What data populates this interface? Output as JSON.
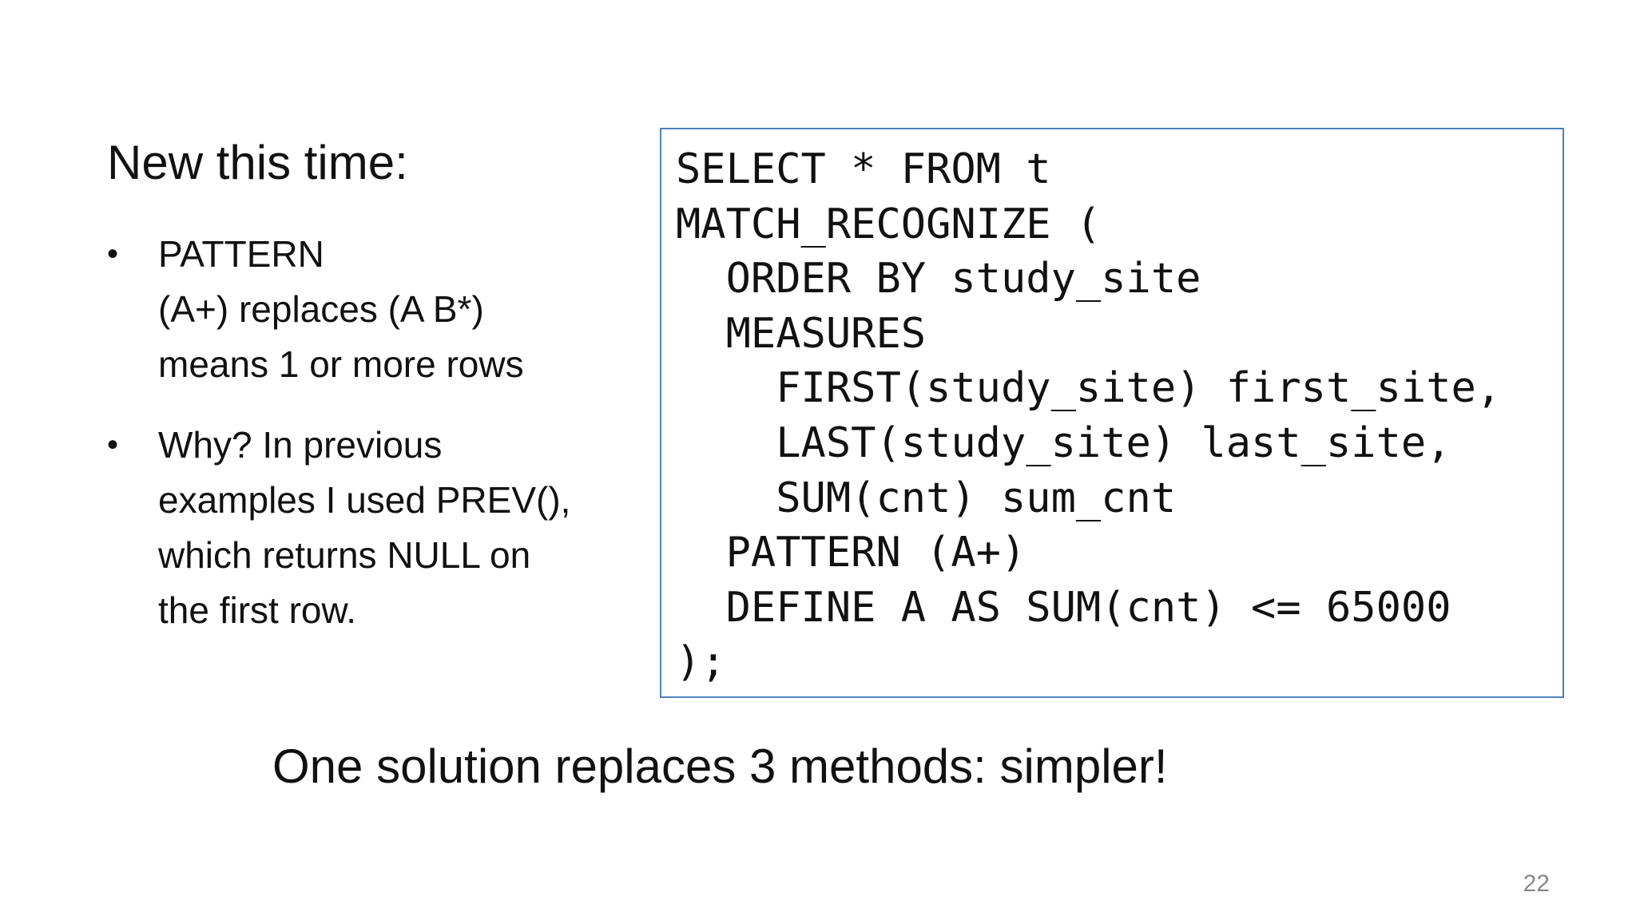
{
  "slide": {
    "heading": "New this time:",
    "bullets": [
      {
        "lines": [
          "PATTERN",
          "(A+) replaces (A B*)",
          "means 1 or more rows"
        ]
      },
      {
        "lines": [
          "Why? In previous",
          "examples I used PREV(),",
          "which returns NULL on",
          "the first row."
        ]
      }
    ],
    "bullet_glyph": "•",
    "code_lines": [
      "SELECT * FROM t",
      "MATCH_RECOGNIZE (",
      "  ORDER BY study_site",
      "  MEASURES",
      "    FIRST(study_site) first_site,",
      "    LAST(study_site) last_site,",
      "    SUM(cnt) sum_cnt",
      "  PATTERN (A+)",
      "  DEFINE A AS SUM(cnt) <= 65000",
      ");"
    ],
    "summary": "One solution replaces 3 methods: simpler!",
    "page_number": "22",
    "colors": {
      "code_border": "#4f81bd",
      "text": "#111111",
      "page_number": "#888888"
    }
  }
}
